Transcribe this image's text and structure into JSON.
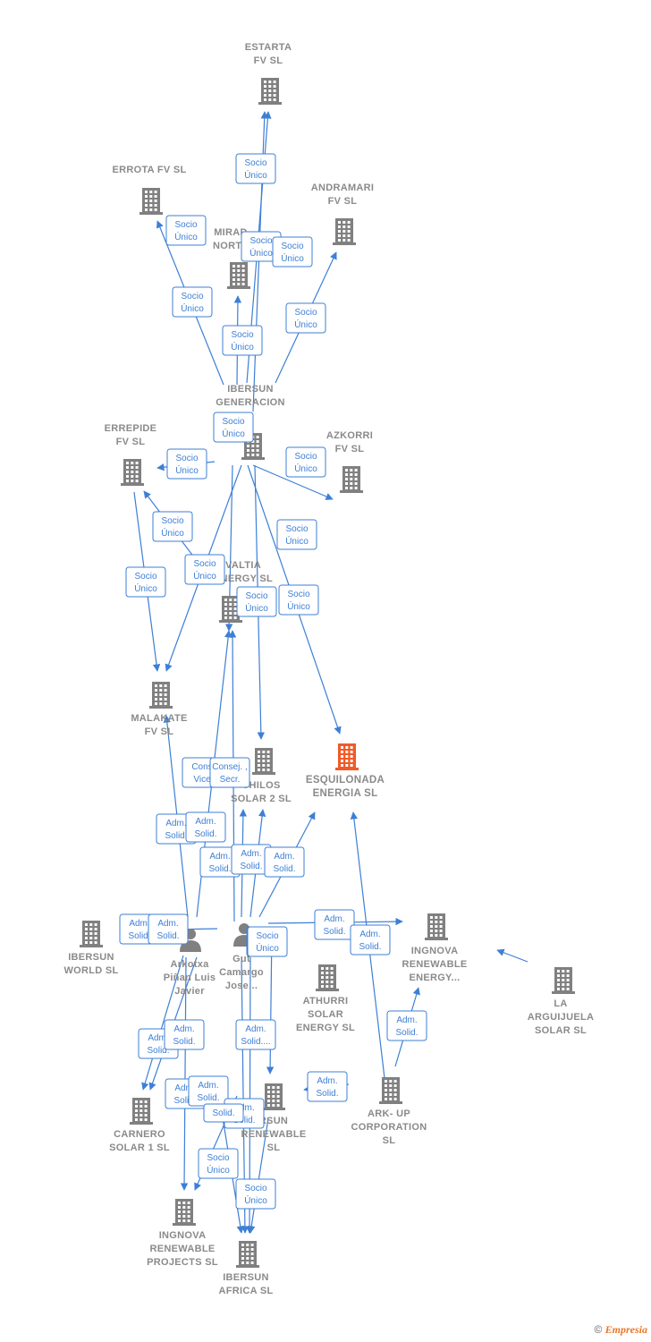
{
  "colors": {
    "edge": "#3d7fd6",
    "company": "#808080",
    "focus": "#f05a28",
    "label": "#8a8a8a"
  },
  "nodes": [
    {
      "id": "estarta",
      "lines": [
        "ESTARTA",
        "FV  SL"
      ],
      "type": "company-icon"
    },
    {
      "id": "errota",
      "lines": [
        "ERROTA FV  SL"
      ],
      "type": "company-icon"
    },
    {
      "id": "andramari",
      "lines": [
        "ANDRAMARI",
        "FV  SL"
      ],
      "type": "company-icon"
    },
    {
      "id": "mirador",
      "lines": [
        "MIRAD",
        "NORTE"
      ],
      "type": "company-icon"
    },
    {
      "id": "ibersun_gen",
      "lines": [
        "IBERSUN",
        "GENERACION",
        "L"
      ],
      "type": "company-icon"
    },
    {
      "id": "errepide",
      "lines": [
        "ERREPIDE",
        "FV  SL"
      ],
      "type": "company-icon"
    },
    {
      "id": "azkorri",
      "lines": [
        "AZKORRI",
        "FV  SL"
      ],
      "type": "company-icon"
    },
    {
      "id": "valtia",
      "lines": [
        "VALTIA",
        "ENERGY  SL"
      ],
      "type": "company-icon"
    },
    {
      "id": "malakate",
      "lines": [
        "MALAKATE",
        "FV  SL"
      ],
      "type": "company-icon"
    },
    {
      "id": "esquilonada",
      "lines": [
        "ESQUILONADA",
        "ENERGIA  SL"
      ],
      "type": "company-icon-focus"
    },
    {
      "id": "chilos",
      "lines": [
        "CHILOS",
        "SOLAR 2  SL"
      ],
      "type": "company-icon"
    },
    {
      "id": "ibersun_world",
      "lines": [
        "IBERSUN",
        "WORLD  SL"
      ],
      "type": "company-icon"
    },
    {
      "id": "arkotxa",
      "lines": [
        "Arkotxa",
        "Piñan Luis",
        "Javier"
      ],
      "type": "person-icon"
    },
    {
      "id": "gutierrez",
      "lines": [
        "Gut",
        "Camargo",
        "Jose..."
      ],
      "type": "person-icon"
    },
    {
      "id": "ingnova_energy",
      "lines": [
        "INGNOVA",
        "RENEWABLE",
        "ENERGY..."
      ],
      "type": "company-icon"
    },
    {
      "id": "athurri",
      "lines": [
        "ATHURRI",
        "SOLAR",
        "ENERGY  SL"
      ],
      "type": "company-icon"
    },
    {
      "id": "la_arguijuela",
      "lines": [
        "LA",
        "ARGUIJUELA",
        "SOLAR  SL"
      ],
      "type": "company-icon"
    },
    {
      "id": "carnero",
      "lines": [
        "CARNERO",
        "SOLAR 1  SL"
      ],
      "type": "company-icon"
    },
    {
      "id": "ibersun_renew",
      "lines": [
        "RSUN",
        "RENEWABLE",
        "SL"
      ],
      "type": "company-icon"
    },
    {
      "id": "ark_up",
      "lines": [
        "ARK- UP",
        "CORPORATION",
        "SL"
      ],
      "type": "company-icon"
    },
    {
      "id": "ingnova_projects",
      "lines": [
        "INGNOVA",
        "RENEWABLE",
        "PROJECTS  SL"
      ],
      "type": "company-icon"
    },
    {
      "id": "ibersun_africa",
      "lines": [
        "IBERSUN",
        "AFRICA  SL"
      ],
      "type": "company-icon"
    }
  ],
  "relations": [
    {
      "lines": [
        "Socio",
        "Único"
      ]
    },
    {
      "lines": [
        "Socio",
        "Único"
      ]
    },
    {
      "lines": [
        "Socio",
        "Único"
      ]
    },
    {
      "lines": [
        "Socio",
        "Único"
      ]
    },
    {
      "lines": [
        "Socio",
        "Único"
      ]
    },
    {
      "lines": [
        "Socio",
        "Único"
      ]
    },
    {
      "lines": [
        "Socio",
        "Único"
      ]
    },
    {
      "lines": [
        "Socio",
        "Único"
      ]
    },
    {
      "lines": [
        "Socio",
        "Único"
      ]
    },
    {
      "lines": [
        "Socio",
        "Único"
      ]
    },
    {
      "lines": [
        "Socio",
        "Único"
      ]
    },
    {
      "lines": [
        "Socio",
        "Único"
      ]
    },
    {
      "lines": [
        "Socio",
        "Único"
      ]
    },
    {
      "lines": [
        "Socio",
        "Único"
      ]
    },
    {
      "lines": [
        "Socio",
        "Único"
      ]
    },
    {
      "lines": [
        "Socio",
        "Único"
      ]
    },
    {
      "lines": [
        "Cons",
        "Vice"
      ]
    },
    {
      "lines": [
        "Consej. ,",
        "Secr."
      ]
    },
    {
      "lines": [
        "Adm.",
        "Solid."
      ]
    },
    {
      "lines": [
        "Adm.",
        "Solid."
      ]
    },
    {
      "lines": [
        "Adm.",
        "Solid."
      ]
    },
    {
      "lines": [
        "Adm.",
        "Solid."
      ]
    },
    {
      "lines": [
        "Adm.",
        "Solid."
      ]
    },
    {
      "lines": [
        "Adm.",
        "Solid."
      ]
    },
    {
      "lines": [
        "Adm.",
        "Solid."
      ]
    },
    {
      "lines": [
        "Adm.",
        "Solid."
      ]
    },
    {
      "lines": [
        "Adm.",
        "Solid."
      ]
    },
    {
      "lines": [
        "Socio",
        "Único"
      ]
    },
    {
      "lines": [
        "Socio",
        "Único"
      ]
    },
    {
      "lines": [
        "Adm.",
        "Solid."
      ]
    },
    {
      "lines": [
        "Adm.",
        "Solid."
      ]
    },
    {
      "lines": [
        "Adm.",
        "Solid."
      ]
    },
    {
      "lines": [
        "Adm.",
        "Solid...."
      ]
    },
    {
      "lines": [
        "Adm.",
        "Solid."
      ]
    },
    {
      "lines": [
        "Adm.",
        "Solid."
      ]
    },
    {
      "lines": [
        "Adm.",
        "Solid."
      ]
    },
    {
      "lines": [
        "Adm.",
        "Solid."
      ]
    },
    {
      "lines": [
        "Solid."
      ]
    },
    {
      "lines": [
        "Socio",
        "Único"
      ]
    },
    {
      "lines": [
        "Socio",
        "Único"
      ]
    }
  ],
  "footer": {
    "copyright": "©",
    "brand": "Empresia"
  }
}
